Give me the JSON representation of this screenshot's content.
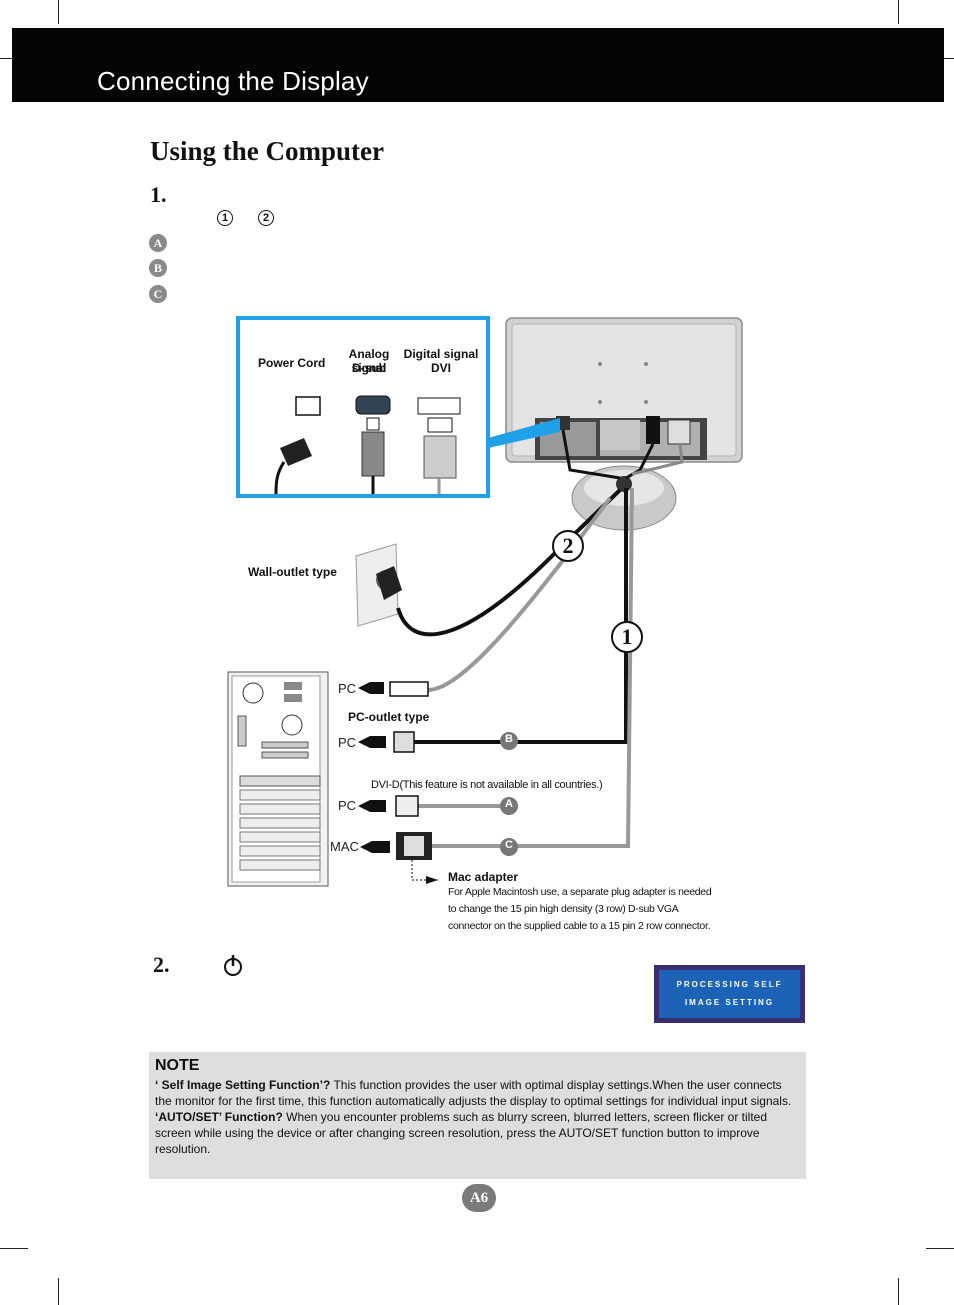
{
  "header": {
    "title": "Connecting the Display"
  },
  "section": {
    "title": "Using the Computer"
  },
  "steps": {
    "step1": "1.",
    "circle1": "1",
    "circle2": "2",
    "bullets": [
      "A",
      "B",
      "C"
    ],
    "step2": "2."
  },
  "diagram": {
    "connectors": {
      "power": "Power Cord",
      "analog_l1": "Analog signal",
      "analog_l2": "D-sub",
      "digital_l1": "Digital signal",
      "digital_l2": "DVI"
    },
    "wall_outlet": "Wall-outlet type",
    "pc_outlet": "PC-outlet type",
    "pc1": "PC",
    "pc2": "PC",
    "pc3": "PC",
    "mac": "MAC",
    "dvi_note": "DVI-D(This feature is not available in all countries.)",
    "badge_a": "A",
    "badge_b": "B",
    "badge_c": "C",
    "big1": "1",
    "big2": "2",
    "mac_title": "Mac adapter",
    "mac_l1": "For Apple Macintosh use, a  separate plug adapter is needed",
    "mac_l2": "to change the 15 pin high density (3 row) D-sub VGA",
    "mac_l3": "connector on the supplied cable to a 15 pin  2 row connector."
  },
  "osd": {
    "line1": "PROCESSING SELF",
    "line2": "IMAGE SETTING"
  },
  "note": {
    "heading": "NOTE",
    "q1": "‘ Self Image Setting Function’?",
    "a1": " This function provides the user with optimal display settings.When the user connects the monitor for the first time, this function automatically adjusts the display to optimal settings for individual input signals.",
    "q2": "‘AUTO/SET’ Function?",
    "a2": " When you encounter problems such as blurry screen, blurred letters, screen flicker or tilted screen while using the device or after changing screen resolution, press the AUTO/SET function button to improve resolution."
  },
  "page_number": "A6",
  "colors": {
    "header_bg": "#050505",
    "callout_border": "#1fa0e8",
    "note_bg": "#dedede",
    "osd_bg": "#1c63b8"
  }
}
